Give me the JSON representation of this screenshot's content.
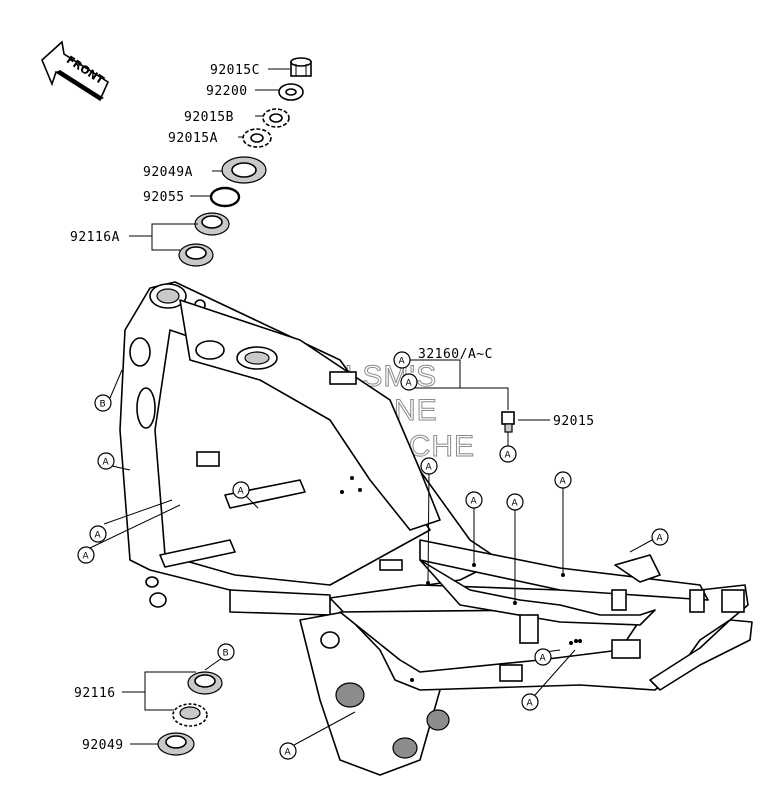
{
  "front_arrow": {
    "label": "FRONT"
  },
  "watermark": {
    "lines": [
      "HLSM'S",
      "ONLINE",
      "MICROFICHE"
    ]
  },
  "part_labels": {
    "p92015C": "92015C",
    "p92200": "92200",
    "p92015B": "92015B",
    "p92015A": "92015A",
    "p92049A": "92049A",
    "p92055": "92055",
    "p92116A": "92116A",
    "p32160": "32160/A~C",
    "p92015": "92015",
    "p92116": "92116",
    "p92049": "92049"
  },
  "callouts": {
    "a": "A",
    "b": "B"
  }
}
